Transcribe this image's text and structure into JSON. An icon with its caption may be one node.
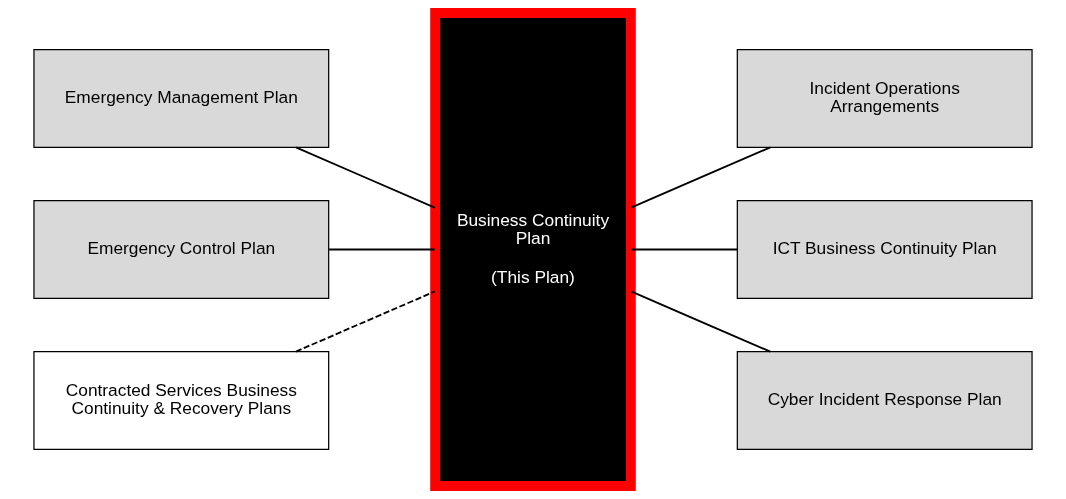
{
  "diagram": {
    "nodes": [
      {
        "text": [
          "Emergency Management Plan"
        ]
      },
      {
        "text": [
          "Business Continuity Plan",
          "(This Plan)"
        ]
      },
      {
        "text": [
          "Incident Operations Arrangements"
        ]
      },
      {
        "text": [
          "Emergency Control Plan"
        ]
      },
      {
        "text": [
          "ICT Business Continuity Plan"
        ]
      },
      {
        "text": [
          "Contracted Services Business Continuity & Recovery Plans"
        ]
      },
      {
        "text": [
          "Cyber Incident Response Plan"
        ]
      }
    ],
    "edges": [
      {
        "from": 0,
        "to": 1,
        "arrow": "none"
      },
      {
        "from": 1,
        "to": 2,
        "arrow": "none"
      },
      {
        "from": 3,
        "to": 1,
        "arrow": "none"
      },
      {
        "from": 1,
        "to": 4,
        "arrow": "none"
      },
      {
        "from": 5,
        "to": 1,
        "arrow": "none",
        "style": "dashed"
      },
      {
        "from": 1,
        "to": 6,
        "arrow": "none"
      }
    ]
  }
}
